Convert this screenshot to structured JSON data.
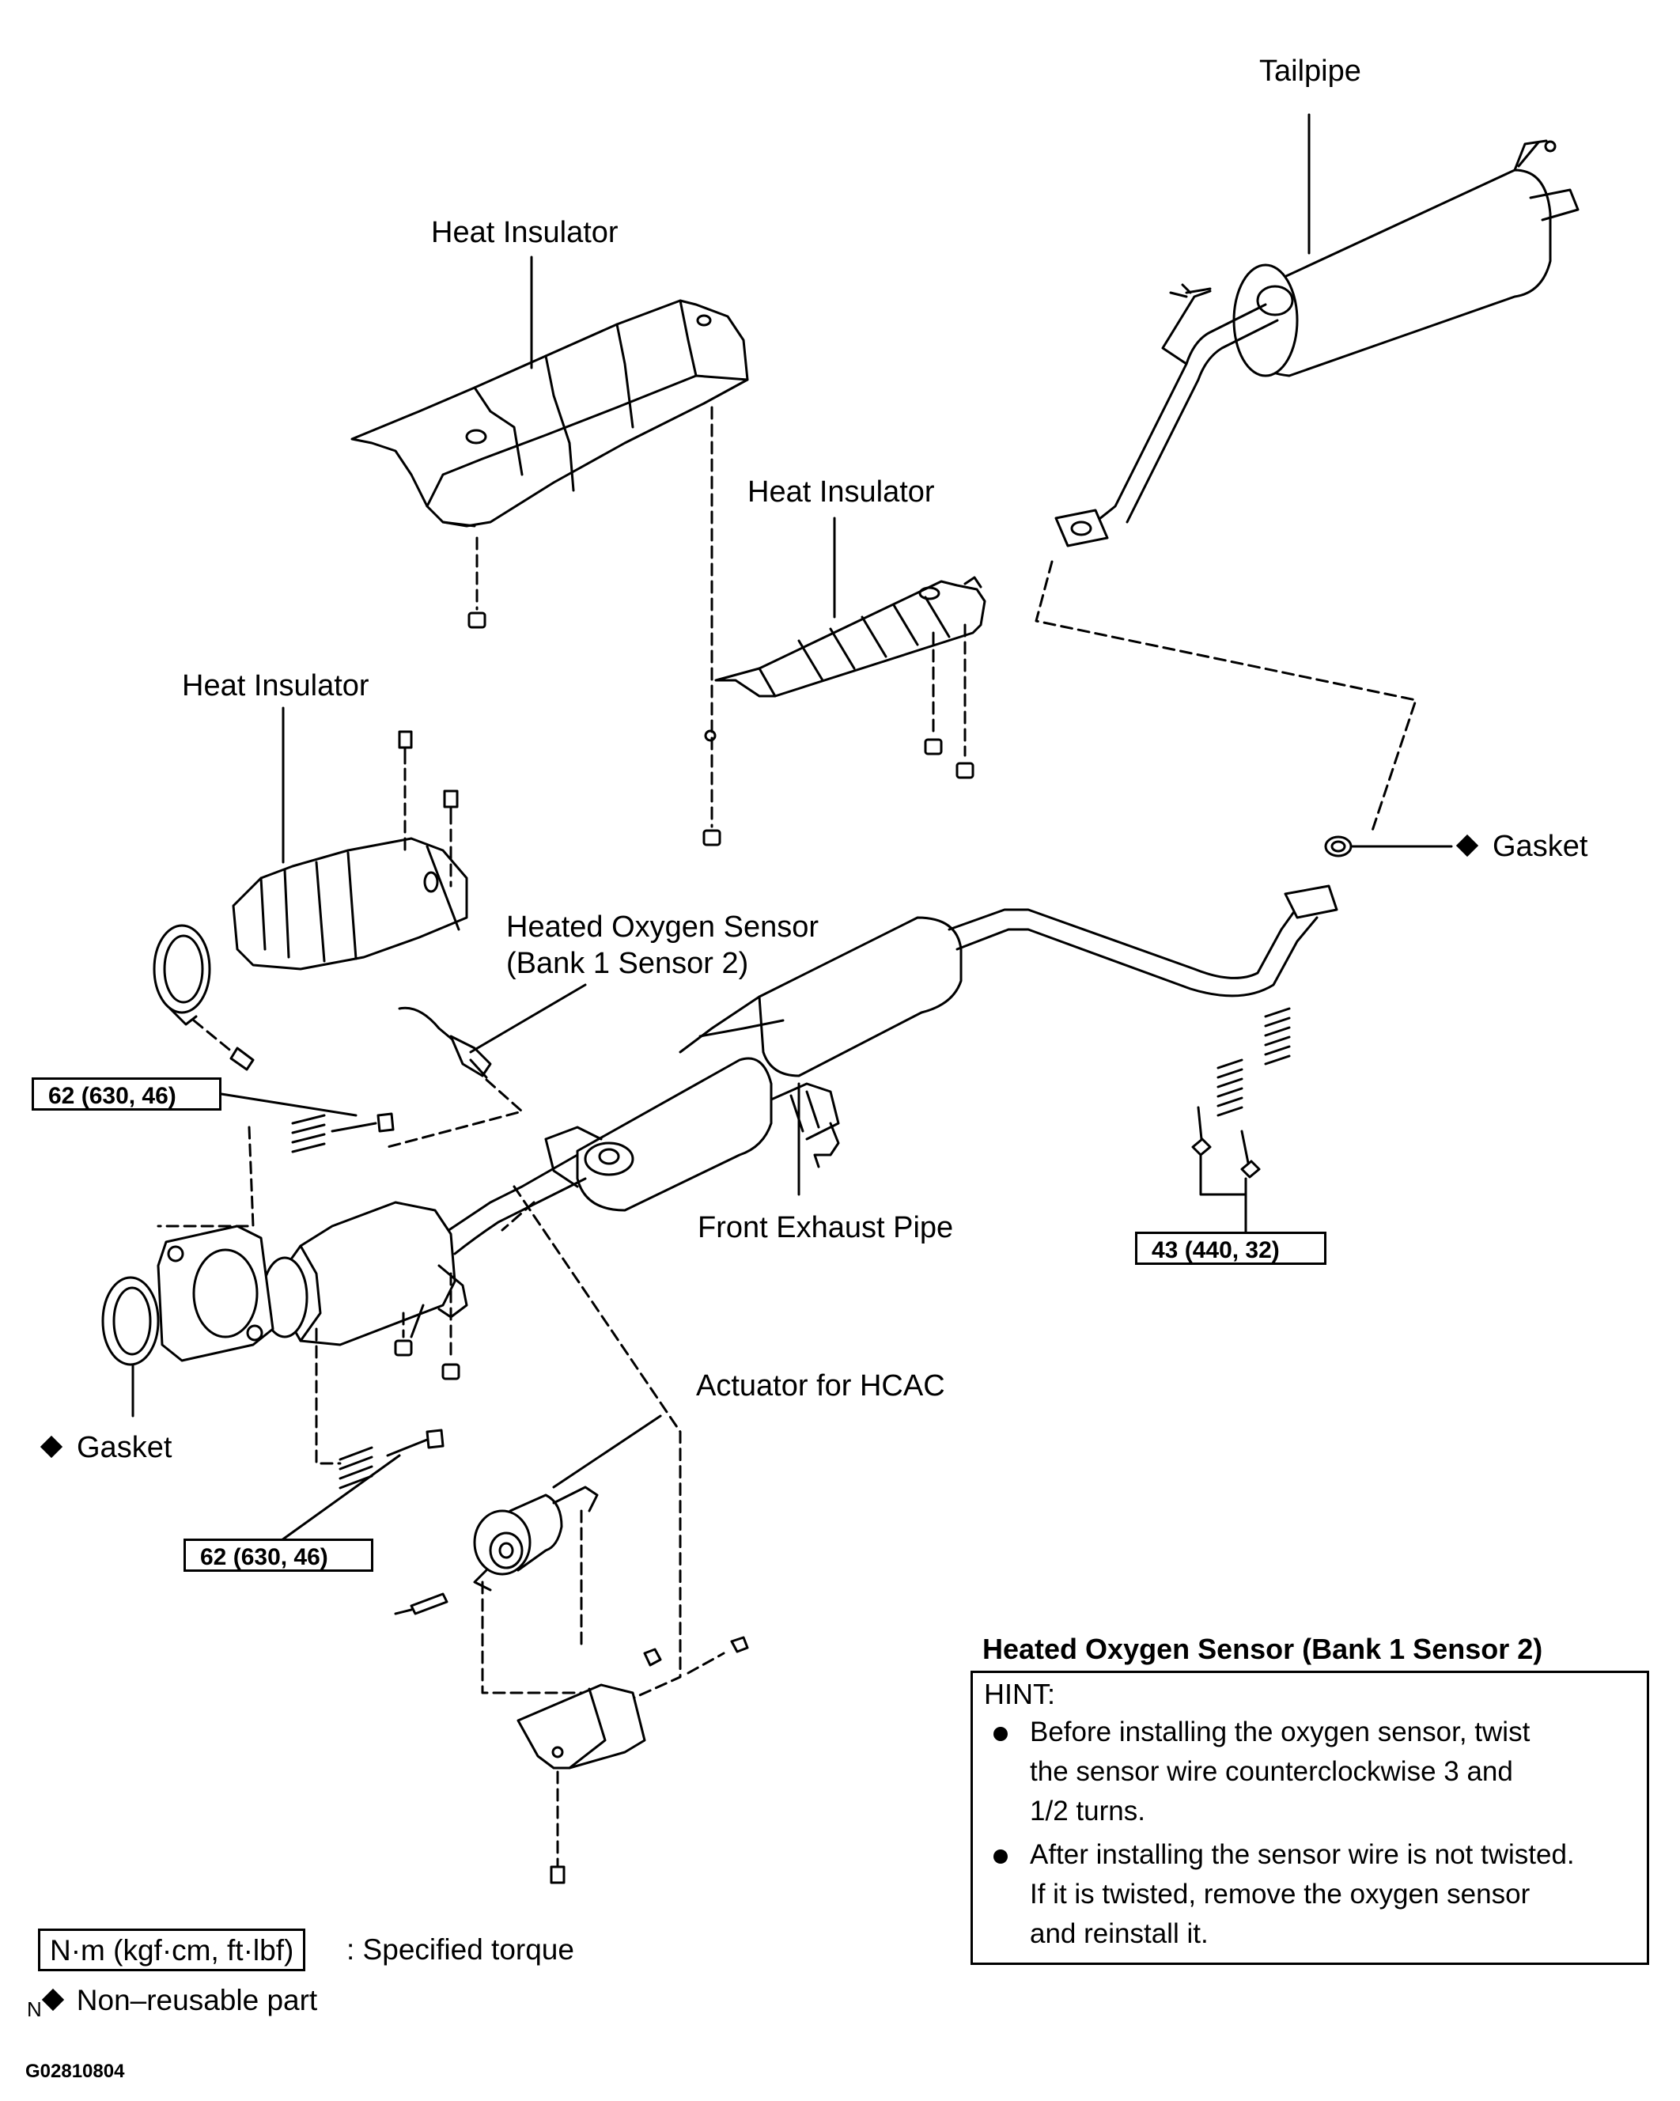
{
  "labels": {
    "tailpipe": "Tailpipe",
    "heat_insulator_top": "Heat Insulator",
    "heat_insulator_mid": "Heat Insulator",
    "heat_insulator_left": "Heat Insulator",
    "oxygen_sensor_line1": "Heated Oxygen Sensor",
    "oxygen_sensor_line2": "(Bank 1 Sensor 2)",
    "front_exhaust_pipe": "Front Exhaust Pipe",
    "actuator": "Actuator for HCAC",
    "gasket_right": "Gasket",
    "gasket_left": "Gasket"
  },
  "torque": {
    "upper_left": "62 (630, 46)",
    "right": "43 (440, 32)",
    "lower_left": "62 (630, 46)"
  },
  "hint": {
    "title": "Heated Oxygen Sensor (Bank 1 Sensor 2)",
    "head": "HINT:",
    "items": [
      "Before installing the oxygen sensor, twist\n the sensor wire counterclockwise 3 and\n 1/2 turns.",
      "After installing the sensor wire is not twisted.\n  If it is twisted, remove the oxygen sensor\n  and reinstall it."
    ]
  },
  "legend": {
    "torque_unit": "N·m (kgf·cm, ft·lbf)",
    "torque_desc": ": Specified torque",
    "nonreusable_prefix": "N",
    "nonreusable_desc": "Non–reusable part"
  },
  "figure_code": "G02810804"
}
